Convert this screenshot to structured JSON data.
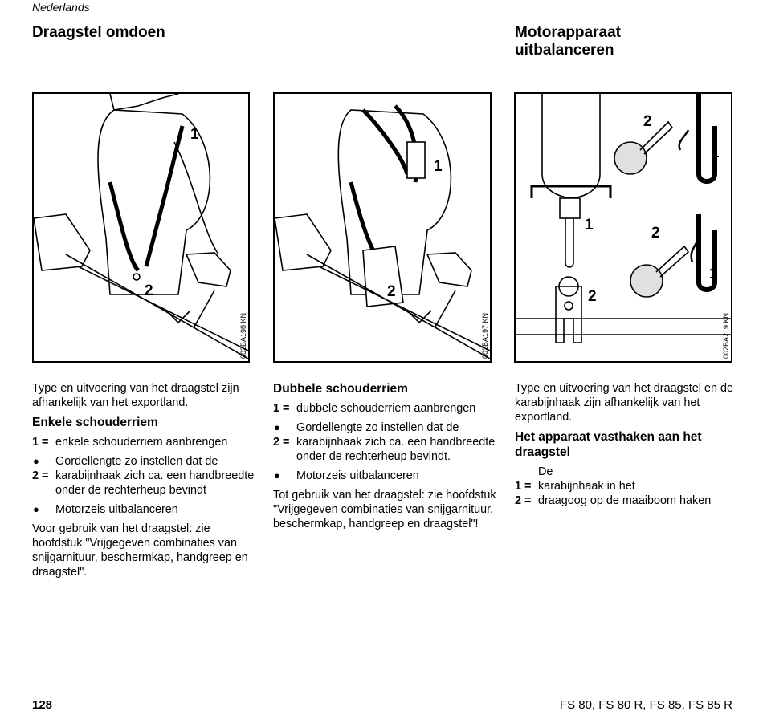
{
  "header": {
    "language": "Nederlands"
  },
  "sections": {
    "left": {
      "title": "Draagstel omdoen"
    },
    "right": {
      "title_line1": "Motorapparaat",
      "title_line2": "uitbalanceren"
    }
  },
  "figures": {
    "fig1": {
      "code": "002BA198 KN",
      "callout1": "1",
      "callout2": "2"
    },
    "fig2": {
      "code": "002BA197 KN",
      "callout1": "1",
      "callout2": "2"
    },
    "fig3": {
      "code": "002BA219 KN",
      "c_top_2": "2",
      "c_top_1": "1",
      "c_left_1": "1",
      "c_left_2": "2",
      "c_bot_2": "2",
      "c_bot_1": "1"
    }
  },
  "col1": {
    "intro": "Type en uitvoering van het draagstel zijn afhankelijk van het exportland.",
    "heading": "Enkele schouderriem",
    "item1_mark": "1 =",
    "item1_text": "enkele schouderriem aanbrengen",
    "bullet": "●",
    "item2_text": "Gordellengte zo instellen dat de karabijnhaak zich ca. een handbreedte onder de rechterheup bevindt",
    "item2_sub": "2 =",
    "item3_text": "Motorzeis uitbalanceren",
    "outro": "Voor gebruik van het draagstel: zie hoofdstuk \"Vrijgegeven combinaties van snijgarnituur, beschermkap, handgreep en draagstel\"."
  },
  "col2": {
    "heading": "Dubbele schouderriem",
    "item1_mark": "1 =",
    "item1_text": "dubbele schouderriem aanbrengen",
    "bullet": "●",
    "item2_text": "Gordellengte zo instellen dat de karabijnhaak zich ca. een handbreedte onder de rechterheup bevindt.",
    "item2_sub": "2 =",
    "item3_text": "Motorzeis uitbalanceren",
    "outro": "Tot gebruik van het draagstel: zie hoofdstuk \"Vrijgegeven combinaties van snijgarnituur, beschermkap, handgreep en draagstel\"!"
  },
  "col3": {
    "intro": "Type en uitvoering van het draagstel en de karabijnhaak zijn afhankelijk van het exportland.",
    "heading": "Het apparaat vasthaken aan het draagstel",
    "lead": "De",
    "item1_mark": "1 =",
    "item1_text": "karabijnhaak in het",
    "item2_mark": "2 =",
    "item2_text": "draagoog op de maaiboom haken"
  },
  "footer": {
    "page_number": "128",
    "models": "FS 80, FS 80 R, FS 85, FS 85 R"
  }
}
